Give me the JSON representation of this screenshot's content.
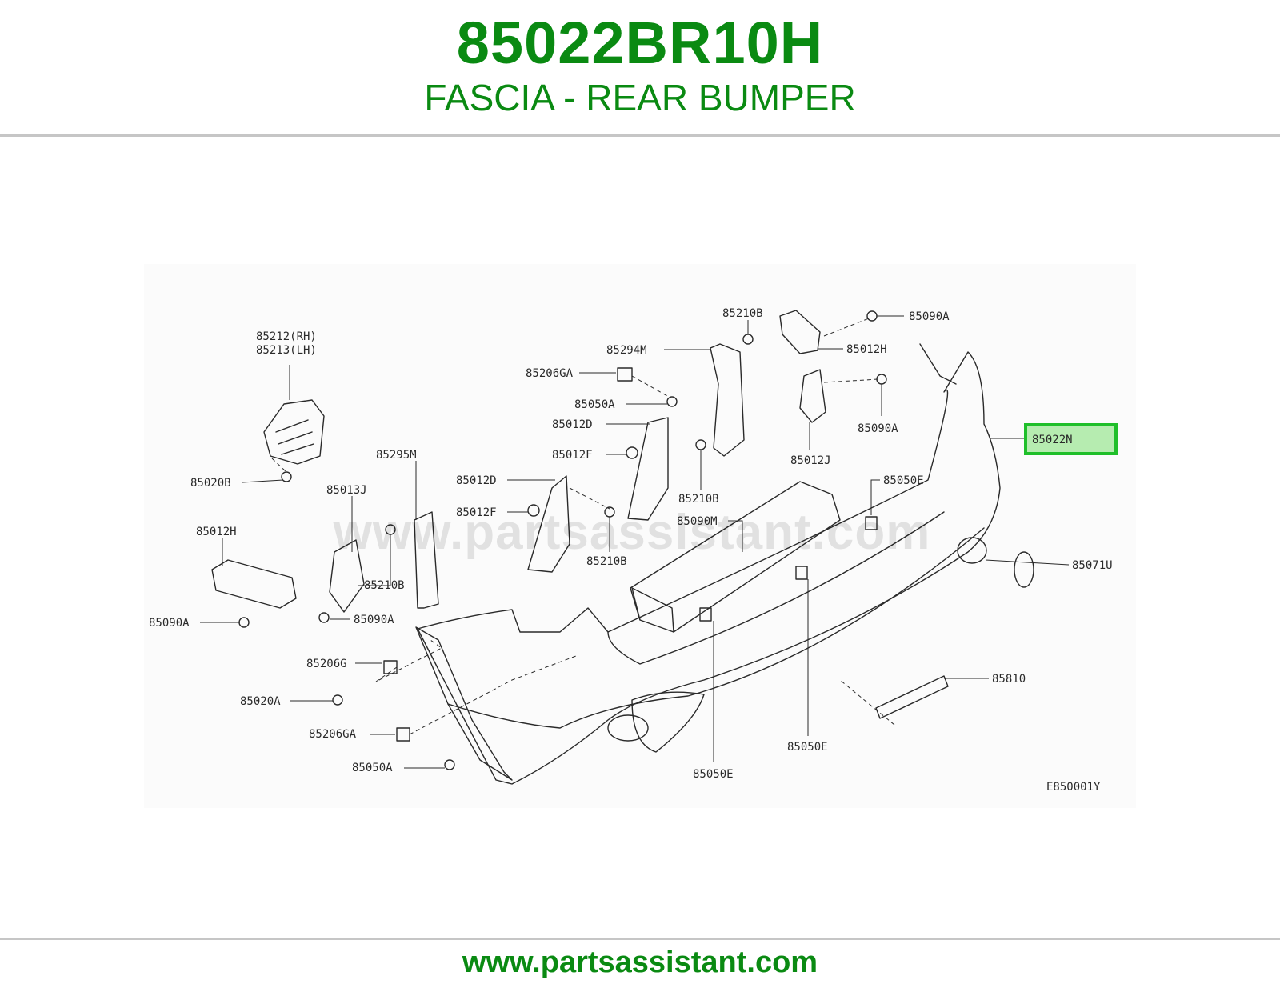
{
  "header": {
    "part_number": "85022BR10H",
    "part_name": "FASCIA - REAR BUMPER"
  },
  "diagram": {
    "watermark": "www.partsassistant.com",
    "ref_code": "E850001Y",
    "highlight_color": "#1fbf2a",
    "labels": {
      "l85212": "85212(RH)",
      "l85213": "85213(LH)",
      "l85020B": "85020B",
      "l85012H_left": "85012H",
      "l85090A_left": "85090A",
      "l85013J": "85013J",
      "l85295M": "85295M",
      "l85210B_left": "85210B",
      "l85090A_mid": "85090A",
      "l85206G": "85206G",
      "l85020A": "85020A",
      "l85206GA_low": "85206GA",
      "l85050A_low": "85050A",
      "l85206GA_top": "85206GA",
      "l85050A_top": "85050A",
      "l85012D_top": "85012D",
      "l85012F_top": "85012F",
      "l85012D_mid": "85012D",
      "l85012F_mid": "85012F",
      "l85210B_mid": "85210B",
      "l85294M": "85294M",
      "l85210B_right": "85210B",
      "l85210B_top": "85210B",
      "l85090A_topright": "85090A",
      "l85012H_right": "85012H",
      "l85012J": "85012J",
      "l85090A_right": "85090A",
      "l85050E_right": "85050E",
      "l85090M": "85090M",
      "l85022N": "85022N",
      "l85071U": "85071U",
      "l85810": "85810",
      "l85050E_mid": "85050E",
      "l85050E_low": "85050E"
    }
  },
  "footer": {
    "url": "www.partsassistant.com"
  }
}
